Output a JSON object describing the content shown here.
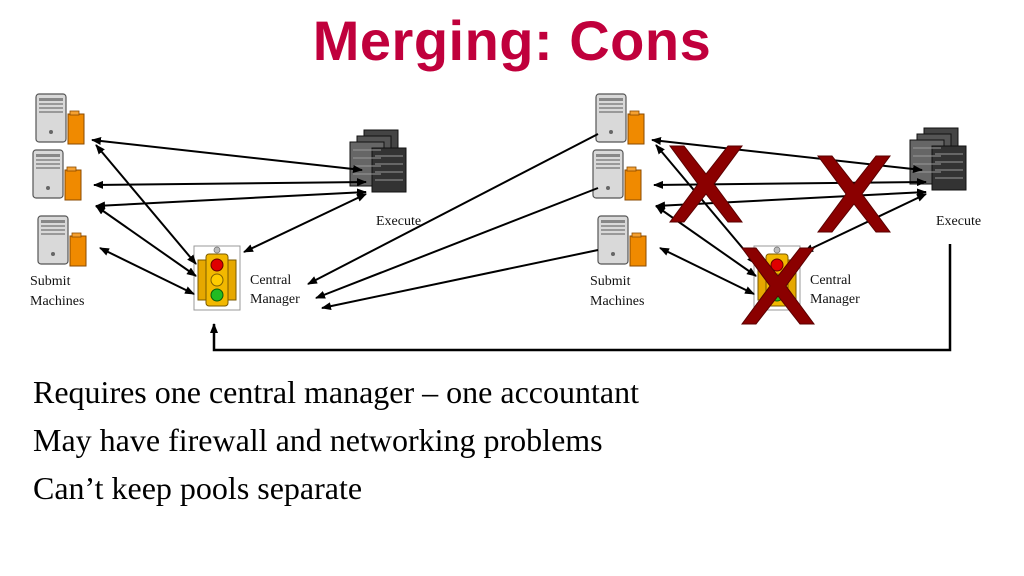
{
  "slide": {
    "title": "Merging: Cons"
  },
  "diagram": {
    "left_pool": {
      "submit_label_line1": "Submit",
      "submit_label_line2": "Machines",
      "central_label_line1": "Central",
      "central_label_line2": "Manager",
      "execute_label": "Execute"
    },
    "right_pool": {
      "submit_label_line1": "Submit",
      "submit_label_line2": "Machines",
      "central_label_line1": "Central",
      "central_label_line2": "Manager",
      "execute_label": "Execute"
    },
    "colors": {
      "arrow": "#000000",
      "cross": "#8b0000",
      "folder": "#f08a00",
      "server": "#cfcfcf"
    }
  },
  "bullets": [
    "Requires one central manager – one accountant",
    "May have firewall and networking problems",
    "Can’t keep pools separate"
  ]
}
